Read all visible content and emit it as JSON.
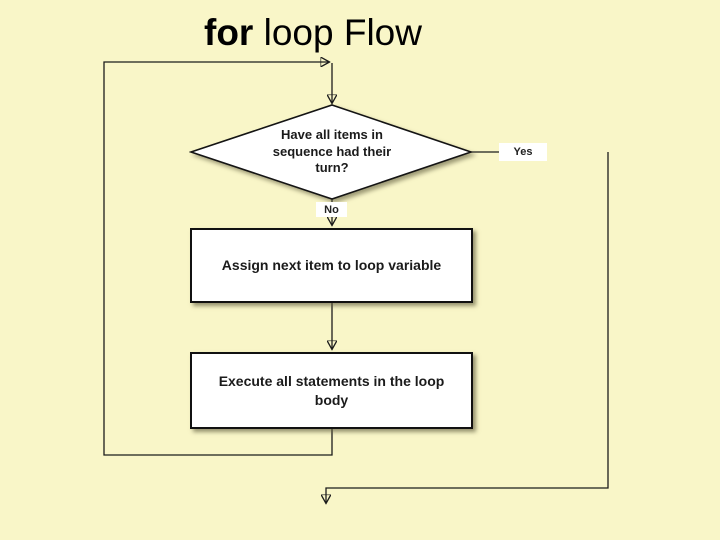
{
  "slide": {
    "title_bold": "for",
    "title_rest": " loop Flow"
  },
  "flowchart": {
    "decision": "Have all items in sequence had their turn?",
    "yes_label": "Yes",
    "no_label": "No",
    "process_assign": "Assign next item to loop variable",
    "process_execute": "Execute all statements in the loop body"
  },
  "colors": {
    "background": "#F9F6C8",
    "shape_fill": "#FFFFFF",
    "shape_border": "#141414",
    "line": "#1C1C1C",
    "text": "#1B1B1B",
    "shadow": "rgba(95,92,62,0.65)"
  }
}
